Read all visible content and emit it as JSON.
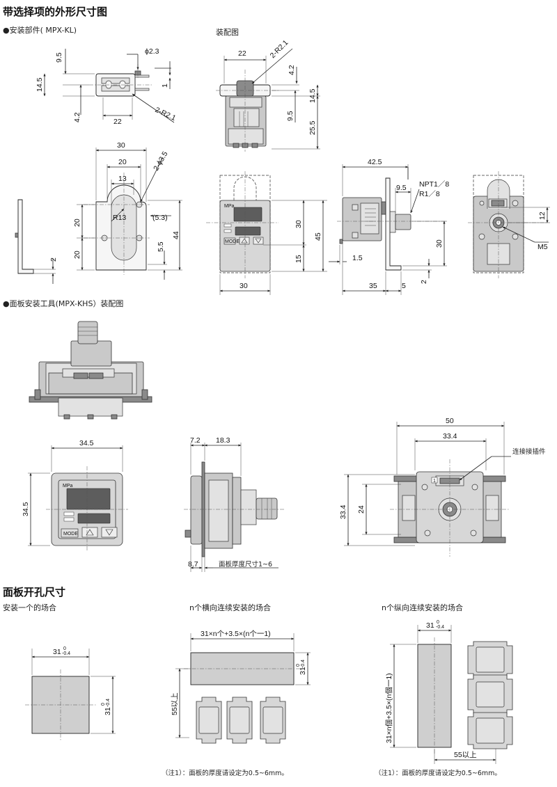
{
  "title": "带选择项的外形尺寸图",
  "section_bracket": {
    "label": "●安装部件( MPX-KL)",
    "assembly_label": "装配图"
  },
  "bracket_dims": {
    "phi_2_3": "ϕ2.3",
    "d9_5": "9.5",
    "d14_5": "14.5",
    "d1": "1",
    "d4_2": "4.2",
    "d22": "22",
    "r2_1": "2-R2.1"
  },
  "assembly_dims": {
    "d22": "22",
    "r2_1": "2-R2.1",
    "d4_2": "4.2",
    "d14_5": "14.5",
    "d9_5": "9.5",
    "d25_5": "25.5"
  },
  "bracket_front_dims": {
    "d30": "30",
    "d20": "20",
    "d13": "13",
    "phi3_5": "2-ϕ3.5",
    "r13": "R13",
    "d5_3": "(5.3)",
    "d20a": "20",
    "d20b": "20",
    "d44": "44",
    "d5_5": "5.5",
    "d2": "2"
  },
  "sensor_front_dims": {
    "d30": "30",
    "d45": "45",
    "d15": "15",
    "d30w": "30",
    "mpa": "MPa",
    "mode": "MODE"
  },
  "sensor_side_dims": {
    "d42_5": "42.5",
    "npt": "NPT1／8",
    "r18": "R1／8",
    "d9_5": "9.5",
    "d1_5": "1.5",
    "d30": "30",
    "d2": "2",
    "d35": "35",
    "d5": "5"
  },
  "sensor_back_dims": {
    "d12": "12",
    "m5": "M5"
  },
  "section_panel": {
    "label": "●面板安装工具(MPX-KHS）装配图"
  },
  "panel_dims": {
    "d34_5w": "34.5",
    "d34_5h": "34.5",
    "d7_2": "7.2",
    "d18_3": "18.3",
    "d8_7": "8.7",
    "thickness": "面板厚度尺寸1~6",
    "d50": "50",
    "d33_4w": "33.4",
    "connector": "连接接插件",
    "d33_4h": "33.4",
    "d24": "24",
    "mpa": "MPa",
    "mode": "MODE",
    "one": "1"
  },
  "cutout": {
    "title": "面板开孔尺寸",
    "single": {
      "caption": "安装一个的场合",
      "w": "31",
      "h": "31",
      "tol_hi": "0",
      "tol_lo": "-0.4"
    },
    "horizontal": {
      "caption": "n个横向连续安装的场合",
      "formula": "31×n个+3.5×(n个一1)",
      "h": "31",
      "gap": "55以上",
      "note": "（注1）：面板的厚度请设定为0.5~6mm。"
    },
    "vertical": {
      "caption": "n个纵向连续安装的场合",
      "w": "31",
      "formula": "31×n個+3.5×(n個一1)",
      "gap": "55以上",
      "note": "（注1）：面板的厚度请设定为0.5~6mm。"
    },
    "tol_hi": "0",
    "tol_lo": "-0.4"
  }
}
